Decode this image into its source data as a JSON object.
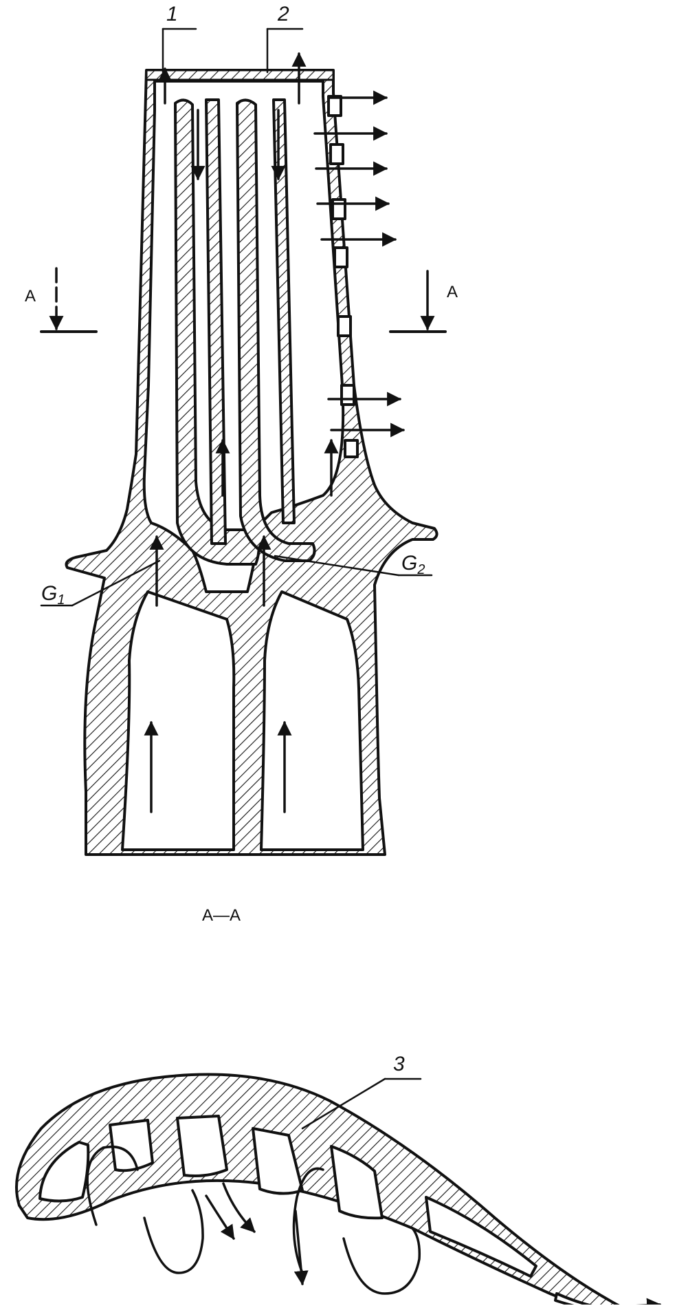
{
  "labels": {
    "callout_1": "1",
    "callout_2": "2",
    "callout_3": "3",
    "section_left": "A",
    "section_right": "A",
    "section_title": "A—A",
    "g1_base": "G",
    "g1_sub": "1",
    "g2_base": "G",
    "g2_sub": "2"
  }
}
